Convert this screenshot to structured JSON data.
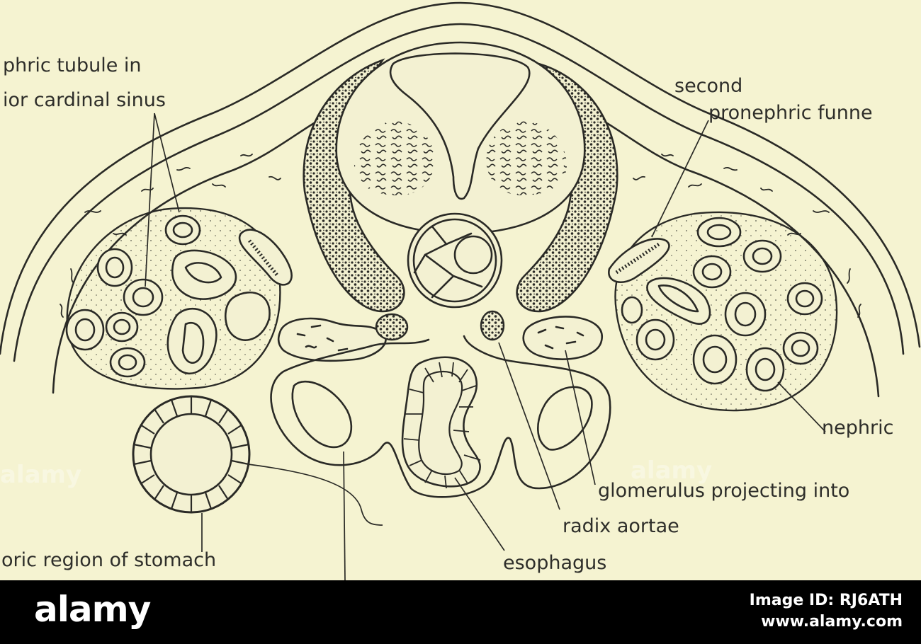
{
  "labels": {
    "tubule_line1": "phric tubule in",
    "tubule_line2": "ior cardinal sinus",
    "second": "second",
    "funnel": "pronephric funne",
    "nephric": "nephric",
    "glomerulus": "glomerulus projecting into",
    "radix": "radix aortae",
    "esophagus": "esophagus",
    "stomach": "oric region of stomach"
  },
  "watermark": {
    "logo": "alamy",
    "image_id": "Image ID: RJ6ATH",
    "site": "www.alamy.com",
    "tile": "alamy"
  },
  "colors": {
    "paper": "#f5f3d1",
    "ink": "#2a2a26",
    "bar": "#000000"
  }
}
